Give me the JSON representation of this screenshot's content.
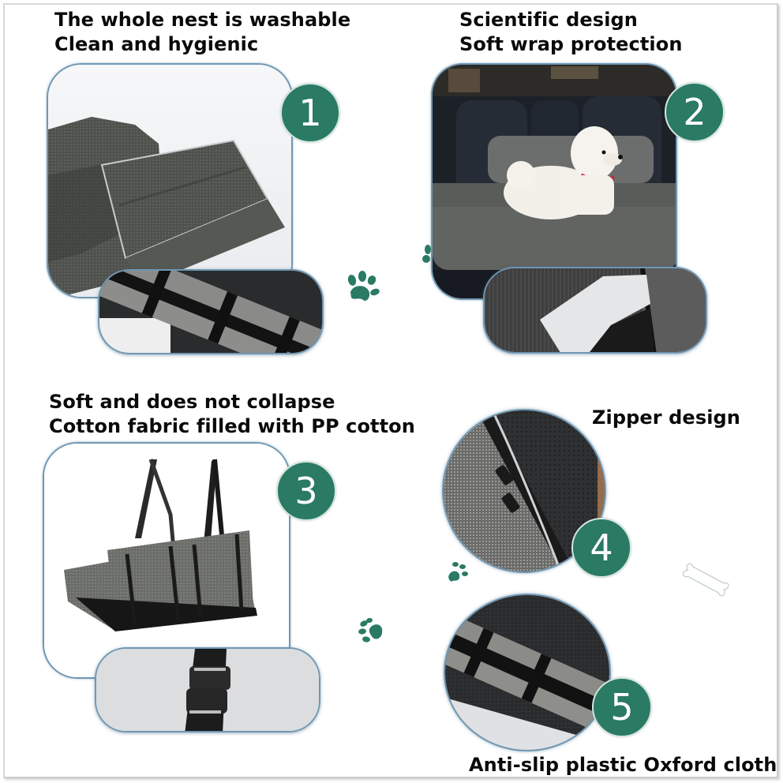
{
  "colors": {
    "accent_green": "#2a7a64",
    "frame_blue": "#6f97b3",
    "fabric_gray": "#5d605b",
    "text": "#0a0a0a"
  },
  "features": [
    {
      "number": "1",
      "heading_lines": [
        "The whole nest is washable",
        "Clean and hygienic"
      ],
      "photo": "disassembled-gray-pet-bed-cushions",
      "inset": "oxford-cloth-bottom-with-straps"
    },
    {
      "number": "2",
      "heading_lines": [
        "Scientific design",
        "Soft wrap protection"
      ],
      "photo": "white-poodle-in-car-seat-bed",
      "inset": "zipper-lining-detail"
    },
    {
      "number": "3",
      "heading_lines": [
        "Soft and does not collapse",
        "Cotton fabric filled with PP cotton"
      ],
      "photo": "pet-bed-with-hanging-straps",
      "inset": "quick-release-buckle"
    },
    {
      "number": "4",
      "heading_lines": [
        "Zipper design"
      ],
      "photo": "zipper-closeup"
    },
    {
      "number": "5",
      "heading_lines": [
        "Anti-slip plastic Oxford cloth"
      ],
      "photo": "anti-slip-bottom-closeup"
    }
  ],
  "decorations": [
    "paw-print-icon",
    "paw-print-icon",
    "paw-print-icon",
    "bone-icon"
  ]
}
